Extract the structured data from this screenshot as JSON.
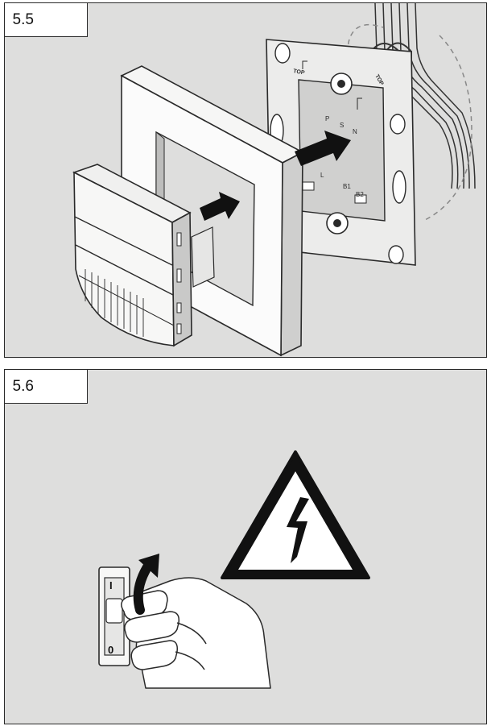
{
  "steps": [
    {
      "label": "5.5"
    },
    {
      "label": "5.6"
    }
  ],
  "mounting_plate": {
    "top_marks": [
      "TOP",
      "TOP"
    ],
    "terminal_labels": [
      "P",
      "S",
      "N",
      "L",
      "B1",
      "B2"
    ]
  },
  "switch": {
    "on_symbol": "I",
    "off_symbol": "0"
  },
  "colors": {
    "panel_bg": "#dededd",
    "line": "#2a2a2a",
    "arrow": "#111111",
    "warning_fill": "#ffffff"
  }
}
